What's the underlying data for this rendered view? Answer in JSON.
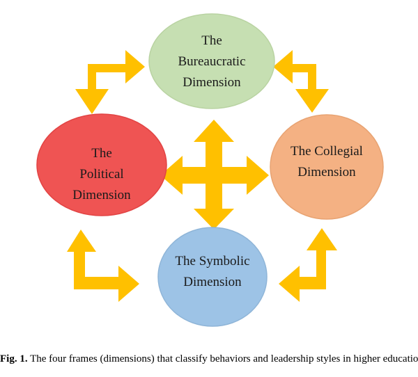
{
  "nodes": {
    "bureaucratic": {
      "lines": [
        "The",
        "Bureaucratic",
        "Dimension"
      ],
      "fill": "#c6dfb2",
      "stroke": "#b9d3a2"
    },
    "political": {
      "lines": [
        "The",
        "Political",
        "Dimension"
      ],
      "fill": "#ef5453",
      "stroke": "#e24444"
    },
    "collegial": {
      "lines": [
        "The Collegial",
        "Dimension"
      ],
      "fill": "#f4b183",
      "stroke": "#e8a372"
    },
    "symbolic": {
      "lines": [
        "The Symbolic",
        "Dimension"
      ],
      "fill": "#9dc3e6",
      "stroke": "#8fb5d8"
    }
  },
  "arrow_color": "#ffc000",
  "caption": {
    "label": "Fig. 1.",
    "text": " The four frames (dimensions) that classify behaviors and leadership styles in higher education"
  }
}
